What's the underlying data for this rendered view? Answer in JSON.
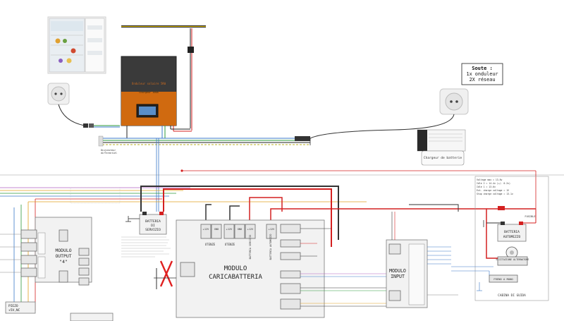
{
  "inverter": {
    "title": "Onduleur solaire 5KW",
    "subtitle": "Chargeur 100A"
  },
  "fridge": {
    "icon": "fridge-icon"
  },
  "socket_left": {
    "icon": "power-socket-icon"
  },
  "socket_right": {
    "icon": "power-socket-icon",
    "note_title": "Soute :",
    "note_line1": "1x onduleur",
    "note_line2": "2X réseau"
  },
  "charger": {
    "icon": "battery-charger-icon",
    "label": "Chargeur de batterie"
  },
  "modules": {
    "output_title_1": "MODULO",
    "output_title_2": "OUTPUT",
    "output_title_3": "\"4\"",
    "charger_title_1": "MODULO",
    "charger_title_2": "CARICABATTERIA",
    "input_title_1": "MODULO",
    "input_title_2": "INPUT"
  },
  "batteries": {
    "service_1": "BATTERIA",
    "service_2": "DI",
    "service_3": "SERVIZIO",
    "engine_1": "BATTERIA",
    "engine_2": "AUTOMEZZO"
  },
  "terminals": {
    "utenze_1": "UTENZE",
    "utenze_2": "UTENZE",
    "batt_servizio": "BATTERIA SERVIZIO",
    "batt_automezzo": "BATTERIA AUTOMEZZO",
    "plus12v": "+12V",
    "gnd": "GND"
  },
  "engine": {
    "alternator": "ECCITAZIONE ALTERNATORE",
    "handbrake": "FRENO A MANO",
    "cab": "CABINA DI GUIDA",
    "fuse": "FUSIBLE"
  },
  "misc": {
    "piezo_1": "PIEZO",
    "piezo_2": "+5V,NC"
  },
  "colors": {
    "inverter_body": "#3a3a3a",
    "inverter_panel": "#d06a10",
    "wire_red": "#d42020",
    "wire_black": "#222222",
    "wire_blue": "#3a78c8",
    "wire_green": "#2e9a3a",
    "cross": "#e02020"
  }
}
